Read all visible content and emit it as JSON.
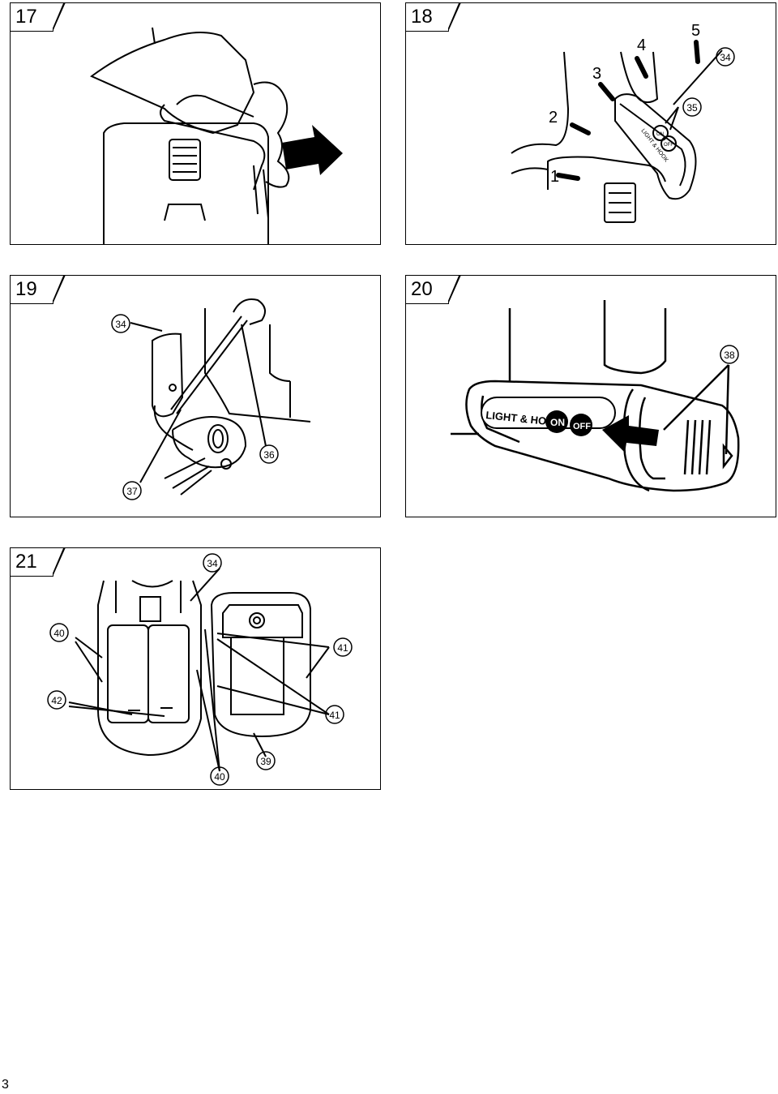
{
  "figures": [
    {
      "id": "17",
      "label": "17"
    },
    {
      "id": "18",
      "label": "18",
      "callouts": [
        "1",
        "2",
        "3",
        "4",
        "5",
        "34",
        "35"
      ],
      "text": "LIGHT & HOOK",
      "on": "ON",
      "off": "OFF"
    },
    {
      "id": "19",
      "label": "19",
      "callouts": [
        "34",
        "36",
        "37"
      ]
    },
    {
      "id": "20",
      "label": "20",
      "callouts": [
        "38"
      ],
      "text": "LIGHT & HOOK",
      "on": "ON",
      "off": "OFF"
    },
    {
      "id": "21",
      "label": "21",
      "callouts": [
        "34",
        "40",
        "41",
        "42",
        "41",
        "40",
        "39"
      ]
    }
  ],
  "page_number": "3"
}
